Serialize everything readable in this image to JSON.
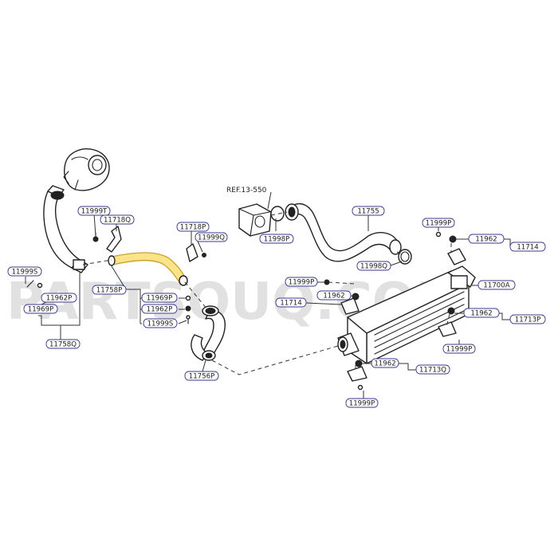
{
  "diagram": {
    "watermark": "PARTSOUQ.COM",
    "reference_label": "REF.13-550",
    "part_labels": {
      "p11999T": "11999T",
      "p11718Q": "11718Q",
      "p11718P": "11718P",
      "p11999Q": "11999Q",
      "p11758P": "11758P",
      "p11969P_mid": "11969P",
      "p11962P_mid": "11962P",
      "p11999S_mid": "11999S",
      "p11756P": "11756P",
      "p11999S_left": "11999S",
      "p11962P_left": "11962P",
      "p11969P_left": "11969P",
      "p11758Q": "11758Q",
      "p11998P": "11998P",
      "p11755": "11755",
      "p11998Q": "11998Q",
      "p11999P_top": "11999P",
      "p11962_top": "11962",
      "p11714_right": "11714",
      "p11999P_mid": "11999P",
      "p11714_left": "11714",
      "p11962_left": "11962",
      "p11700A": "11700A",
      "p11962_right": "11962",
      "p11713P": "11713P",
      "p11999P_right": "11999P",
      "p11962_bottom": "11962",
      "p11713Q": "11713Q",
      "p11999P_bottom": "11999P"
    },
    "highlighted_part": "11758P"
  }
}
